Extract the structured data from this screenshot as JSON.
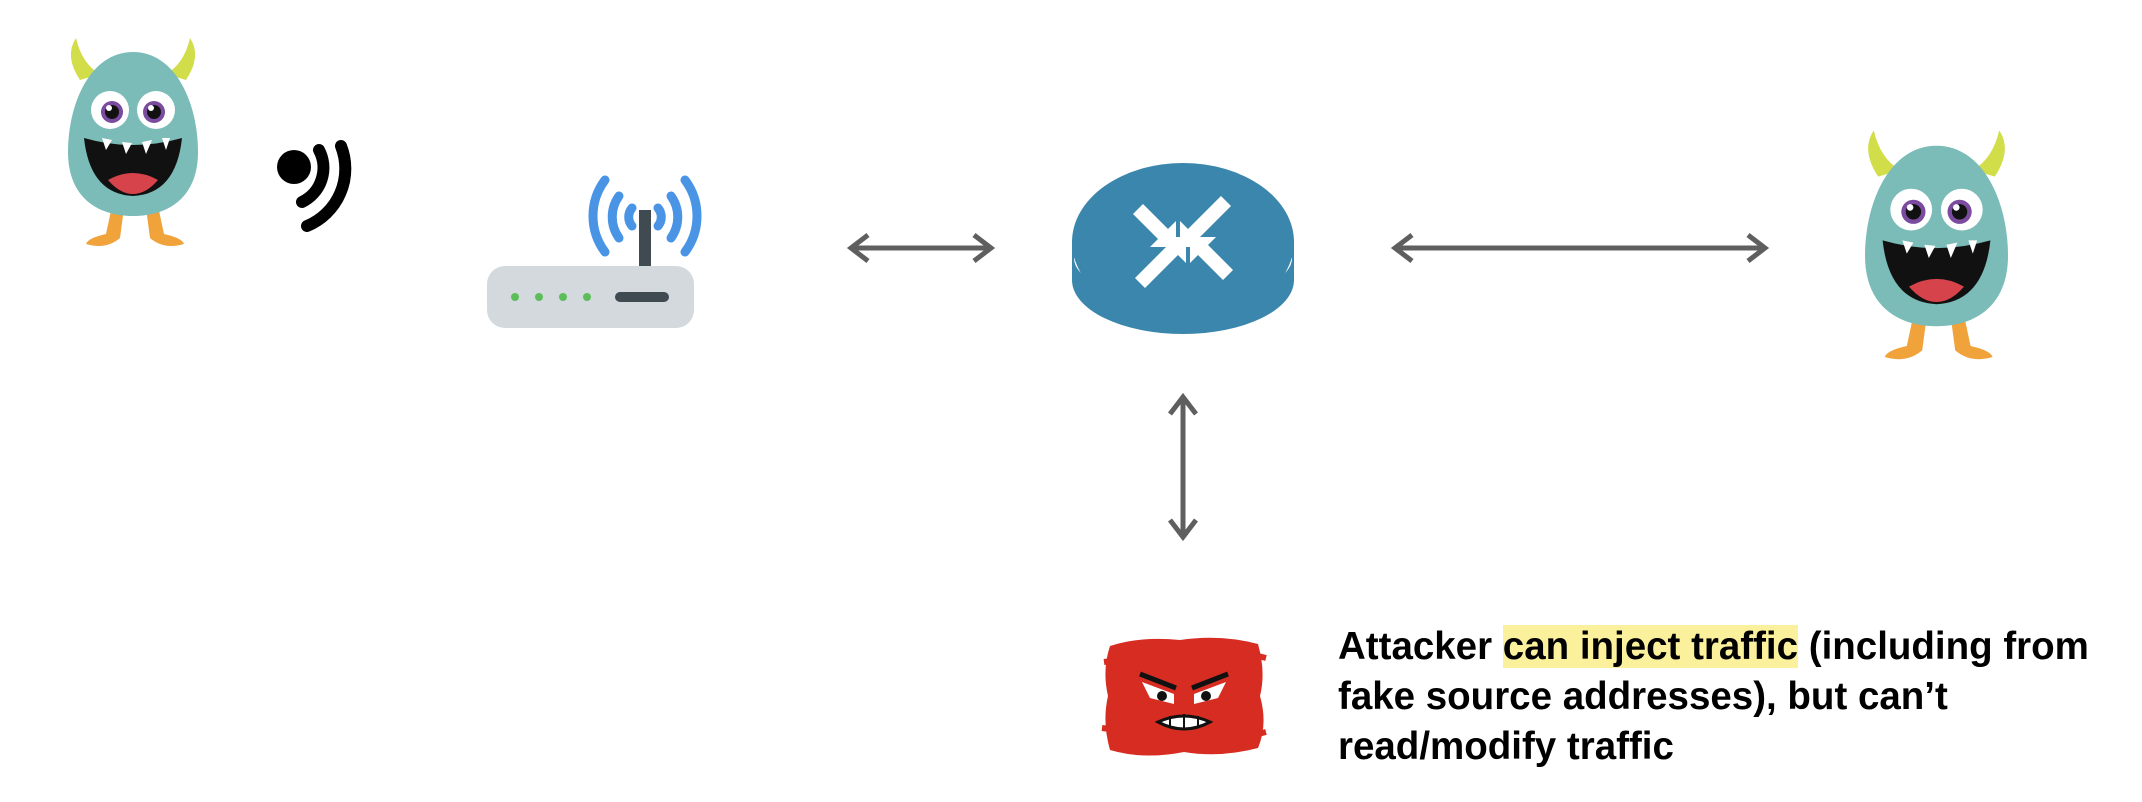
{
  "caption": {
    "prefix": "Attacker ",
    "highlight": "can inject traffic",
    "suffix": " (including from fake source addresses), but can’t read/modify traffic"
  },
  "colors": {
    "arrow": "#5f5f5f",
    "router": "#3a86ac",
    "wifi_waves": "#4a94e6",
    "attacker_badge": "#d62c21",
    "monster_body": "#7bbcb8",
    "highlight": "#fbf19c"
  },
  "icons": [
    "monster-sender-icon",
    "wireless-signal-icon",
    "wifi-access-point-icon",
    "router-icon",
    "monster-receiver-icon",
    "attacker-icon"
  ]
}
